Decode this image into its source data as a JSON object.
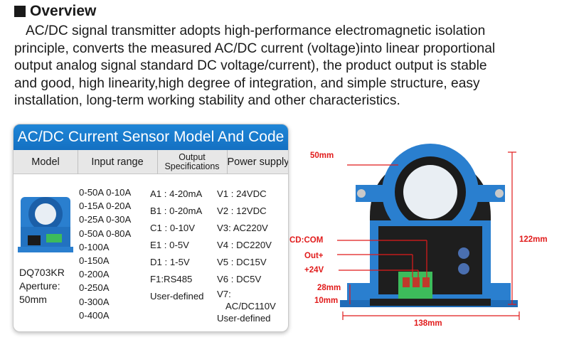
{
  "overview": {
    "heading": "Overview",
    "lines": [
      "AC/DC signal transmitter adopts high-performance electromagnetic isolation",
      "principle, converts the measured AC/DC current (voltage)into linear proportional",
      "output analog signal standard DC voltage/current), the product output is stable",
      "and good, high linearity,high degree of integration, and simple structure, easy",
      "installation, long-term working stability and other characteristics."
    ]
  },
  "table": {
    "title": "AC/DC Current Sensor Model And Code",
    "headers": {
      "model": "Model",
      "input": "Input range",
      "output_line1": "Output",
      "output_line2": "Specifications",
      "power": "Power supply"
    },
    "model": {
      "name": "DQ703KR",
      "aperture_label": "Aperture:",
      "aperture_value": "50mm"
    },
    "input_rows": [
      "0-50A 0-10A",
      "0-15A 0-20A",
      "0-25A 0-30A",
      "0-50A 0-80A",
      "0-100A",
      "0-150A",
      "0-200A",
      "0-250A",
      "0-300A",
      "0-400A"
    ],
    "output_rows": [
      "A1 : 4-20mA",
      "B1 : 0-20mA",
      "C1 : 0-10V",
      "E1 : 0-5V",
      "D1 : 1-5V",
      "F1:RS485",
      "User-defined"
    ],
    "power_rows": [
      "V1 : 24VDC",
      "V2 : 12VDC",
      "V3:   AC220V",
      "V4 : DC220V",
      "V5 : DC15V",
      "V6 : DC5V",
      "V7:",
      "AC/DC110V",
      "User-defined"
    ]
  },
  "diagram": {
    "dim_aperture": "50mm",
    "dim_height": "122mm",
    "dim_width": "138mm",
    "dim_28": "28mm",
    "dim_10": "10mm",
    "wire_com": "CD:COM",
    "wire_out": "Out+",
    "wire_24v": "+24V"
  },
  "colors": {
    "header_blue": "#1a7acc",
    "body_blue": "#2a7fcf",
    "label_red": "#e11b1b",
    "terminal_green": "#3dbb5b"
  }
}
